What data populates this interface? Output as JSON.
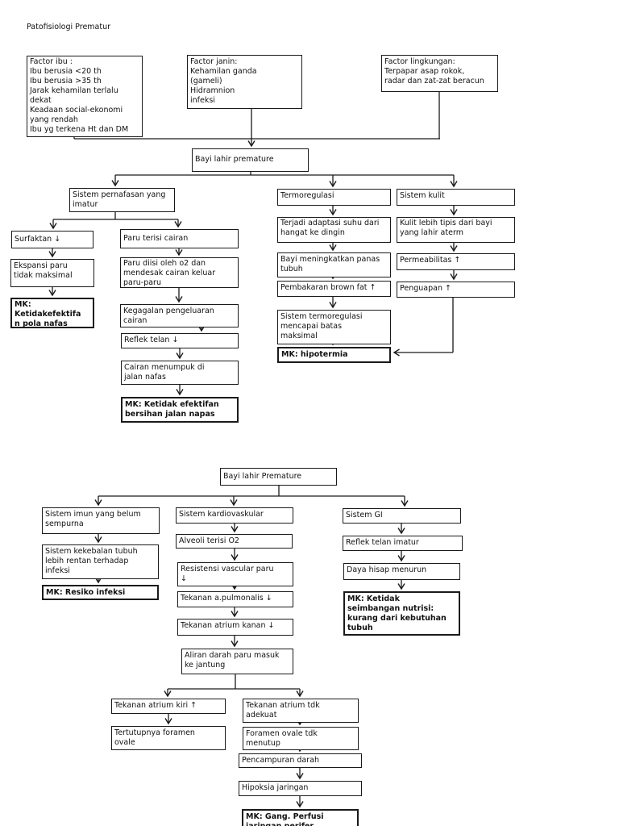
{
  "page": {
    "title": "Patofisiologi Prematur"
  },
  "colors": {
    "background": "#ffffff",
    "line": "#1a1a1a",
    "text": "#111111"
  },
  "nodes": {
    "factor_ibu": "Factor ibu :\nIbu berusia <20 th\nIbu berusia >35 th\nJarak kehamilan terlalu\ndekat\nKeadaan social-ekonomi\nyang rendah\nIbu yg terkena Ht dan DM",
    "factor_janin": "Factor janin:\nKehamilan ganda\n(gameli)\nHidramnion\ninfeksi",
    "factor_lingkungan": "Factor lingkungan:\nTerpapar asap rokok,\nradar dan zat-zat beracun",
    "bayi_lahir_1": "Bayi lahir premature",
    "sistem_pernafasan": "Sistem pernafasan yang\nimatur",
    "termoregulasi": "Termoregulasi",
    "sistem_kulit": "Sistem kulit",
    "surfaktan": "Surfaktan ↓",
    "ekspansi_paru": "Ekspansi paru\ntidak maksimal",
    "mk_pola_nafas": "MK:\nKetidakefektifa\nn pola nafas",
    "paru_terisi": "Paru terisi cairan",
    "paru_diisi": "Paru diisi oleh o2 dan\nmendesak cairan keluar\nparu-paru",
    "kegagalan": "Kegagalan pengeluaran\ncairan",
    "reflek_telan": "Reflek telan ↓",
    "cairan_menumpuk": "Cairan menumpuk di\njalan nafas",
    "mk_bersihan": "MK: Ketidak efektifan\nbersihan jalan napas",
    "terjadi_adaptasi": "Terjadi adaptasi suhu dari\nhangat ke dingin",
    "bayi_meningkatkan": "Bayi meningkatkan panas\ntubuh",
    "pembakaran": "Pembakaran brown fat ↑",
    "sistem_termo_batas": "Sistem termoregulasi\nmencapai batas\nmaksimal",
    "mk_hipotermia": "MK: hipotermia",
    "kulit_tipis": "Kulit lebih tipis dari bayi\nyang lahir aterm",
    "permeabilitas": "Permeabilitas ↑",
    "penguapan": "Penguapan ↑",
    "bayi_lahir_2": "Bayi lahir Premature",
    "sistem_imun": "Sistem imun yang belum\nsempurna",
    "sistem_kekebalan": "Sistem kekebalan tubuh\nlebih rentan terhadap\ninfeksi",
    "mk_resiko": "MK: Resiko infeksi",
    "sistem_kardio": "Sistem kardiovaskular",
    "alveoli": "Alveoli terisi O2",
    "resistensi": "Resistensi vascular paru\n↓",
    "tekanan_pulmonalis": "Tekanan a.pulmonalis ↓",
    "tekanan_atrium_kanan": "Tekanan atrium kanan ↓",
    "aliran_darah": "Aliran darah paru masuk\nke jantung",
    "sistem_gi": "Sistem GI",
    "reflek_imatur": "Reflek telan imatur",
    "daya_hisap": "Daya hisap menurun",
    "mk_nutrisi": "MK: Ketidak\nseimbangan nutrisi:\nkurang dari kebutuhan\ntubuh",
    "tekanan_kiri": "Tekanan atrium kiri ↑",
    "tertutupnya_foramen": "Tertutupnya foramen\novale",
    "tekanan_tdk": "Tekanan atrium tdk\nadekuat",
    "foramen_tdk": "Foramen ovale tdk\nmenutup",
    "pencampuran": "Pencampuran darah",
    "hipoksia": "Hipoksia jaringan",
    "mk_perfusi": "MK: Gang. Perfusi\njaringan perifer"
  }
}
